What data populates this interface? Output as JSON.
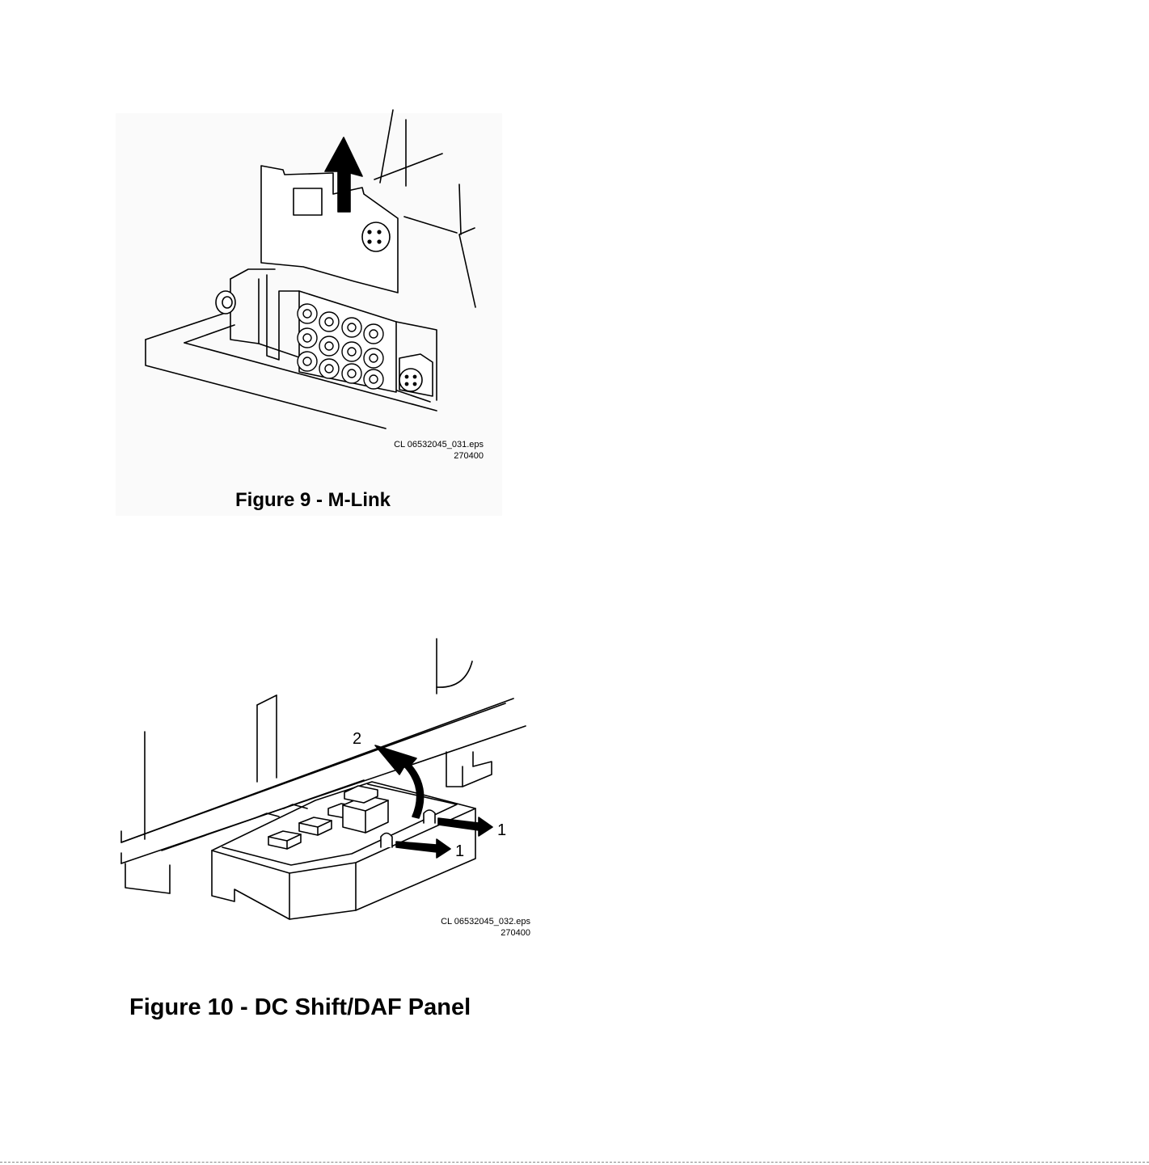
{
  "figure9": {
    "caption": "Figure 9 - M-Link",
    "file_ref": "CL 06532045_031.eps",
    "file_date": "270400"
  },
  "figure10": {
    "caption": "Figure 10 - DC Shift/DAF Panel",
    "file_ref": "CL 06532045_032.eps",
    "file_date": "270400",
    "callouts": [
      "2",
      "1",
      "1"
    ]
  }
}
